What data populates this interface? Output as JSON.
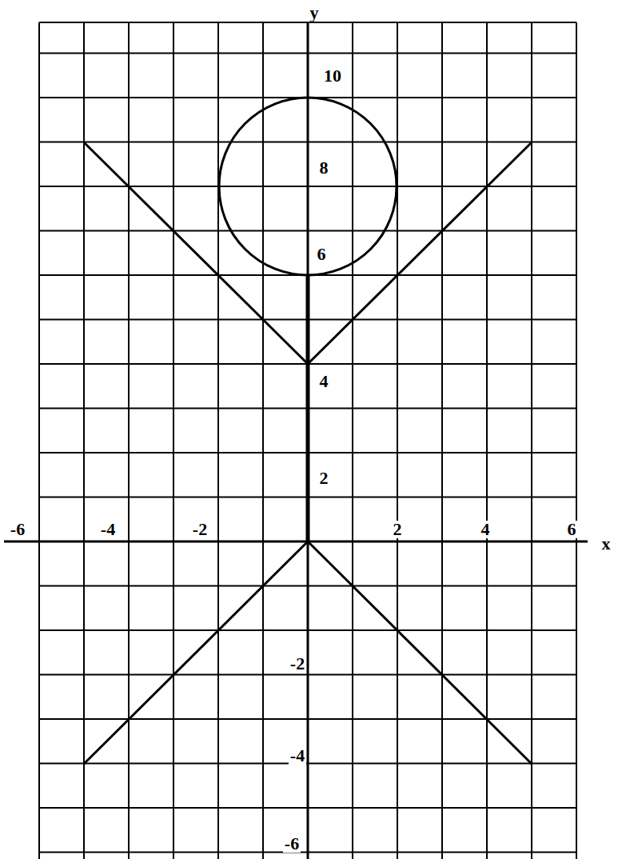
{
  "diagram": {
    "labels": [
      "y",
      "10",
      "8",
      "6",
      "4",
      "2",
      "-6",
      "-4",
      "-2",
      "2",
      "4",
      "6",
      "x",
      "-2",
      "-4",
      "-6"
    ]
  }
}
